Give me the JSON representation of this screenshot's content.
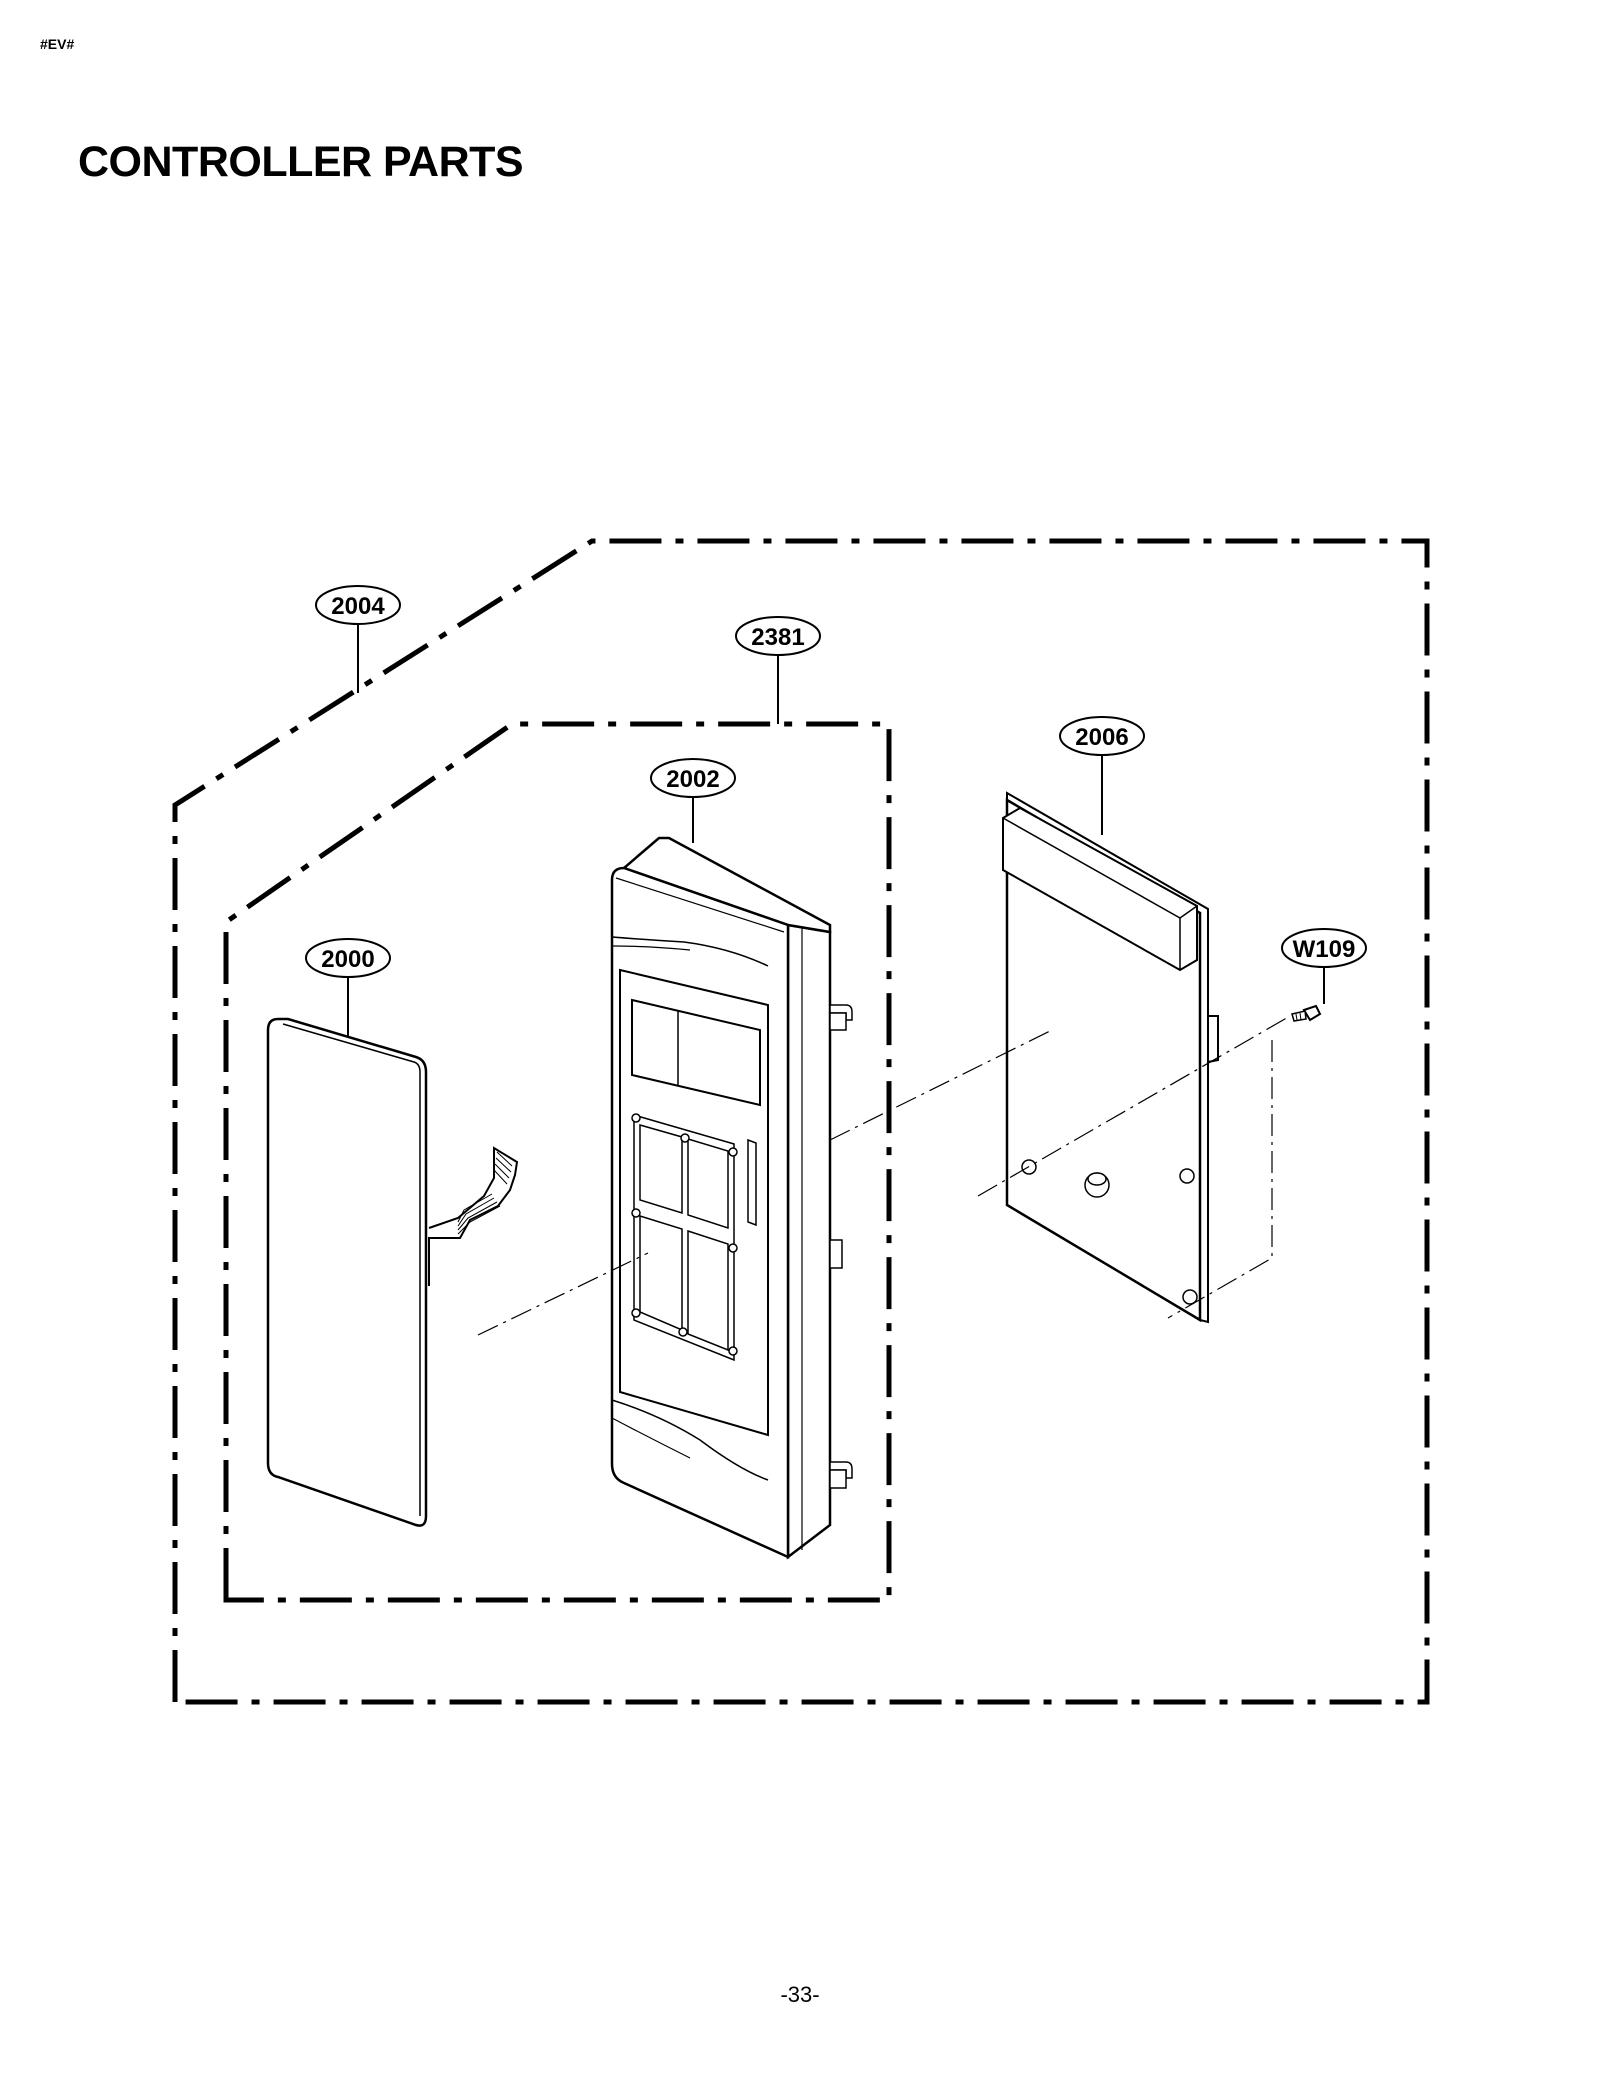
{
  "header": {
    "code": "#EV#",
    "title": "CONTROLLER PARTS"
  },
  "diagram": {
    "callouts": {
      "outer_assembly": "2004",
      "inner_assembly": "2381",
      "control_panel_frame": "2002",
      "membrane_keypad": "2000",
      "pcb": "2006",
      "screw": "W109"
    }
  },
  "footer": {
    "page_number": "-33-"
  }
}
